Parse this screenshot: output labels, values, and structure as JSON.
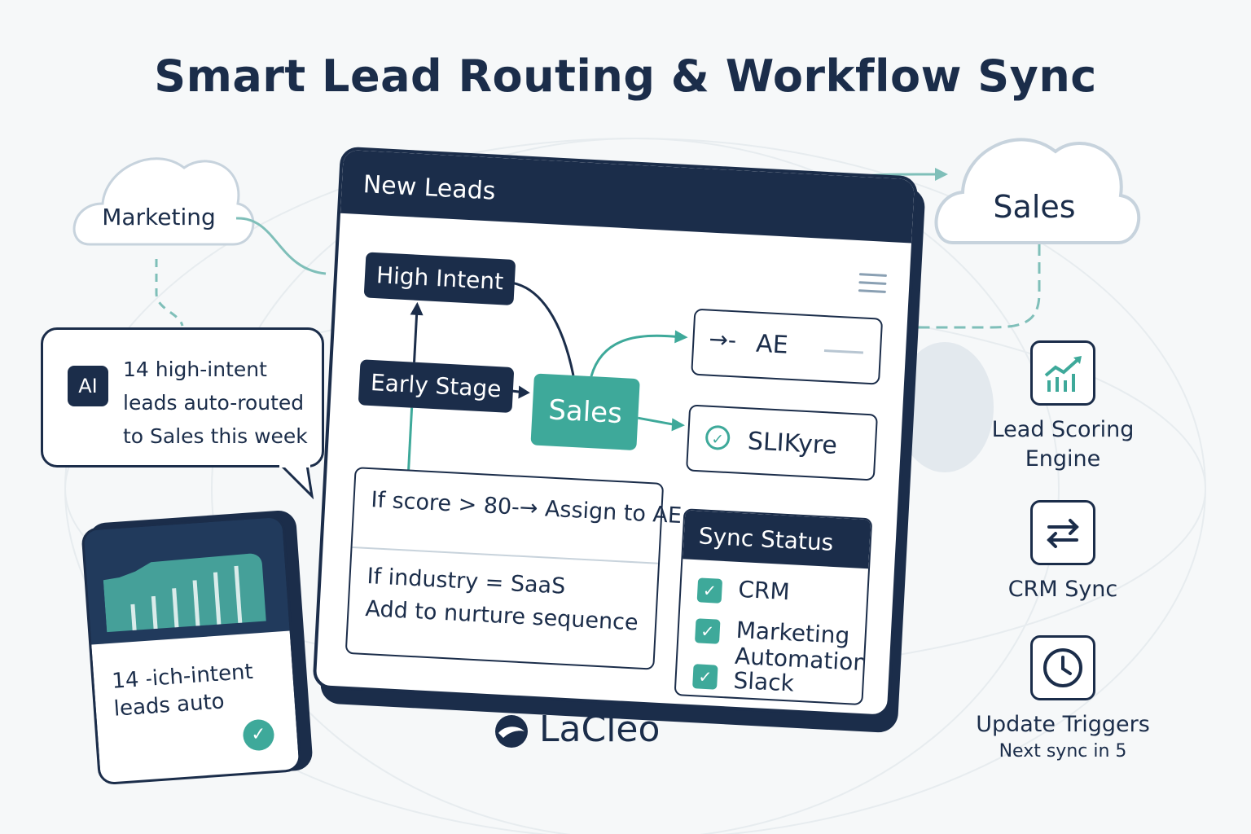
{
  "title": "Smart Lead Routing & Workflow Sync",
  "clouds": {
    "left": "Marketing",
    "right": "Sales"
  },
  "callout": {
    "badge": "AI",
    "lines": [
      "14 high-intent",
      "leads auto-routed",
      "to Sales this week"
    ]
  },
  "mini_card": {
    "lines": [
      "14 ˗ich-intent",
      "leads auto"
    ]
  },
  "panel": {
    "title": "New Leads",
    "nodes": {
      "high": "High Intent",
      "early": "Early Stage",
      "center": "Sales"
    },
    "destinations": {
      "ae": "AE",
      "slk": "SLIKyre"
    },
    "rules": {
      "rule1": "If score > 80-→ Assign to AE",
      "rule2_line1": "If industry = SaaS",
      "rule2_line2": "Add to nurture sequence"
    },
    "sync": {
      "title": "Sync Status",
      "items": [
        "CRM",
        "Marketing",
        "Automation",
        "Slack"
      ]
    }
  },
  "logo": {
    "text": "LaCleo"
  },
  "features": [
    {
      "icon": "trend-chart-icon",
      "label_lines": [
        "Lead Scoring",
        "Engine"
      ]
    },
    {
      "icon": "swap-arrows-icon",
      "label_lines": [
        "CRM Sync"
      ]
    },
    {
      "icon": "clock-icon",
      "label_lines": [
        "Update Triggers"
      ],
      "sub": "Next sync in 5"
    }
  ],
  "colors": {
    "navy": "#1b2d4a",
    "teal": "#3ea99a",
    "background": "#f6f8f9"
  }
}
